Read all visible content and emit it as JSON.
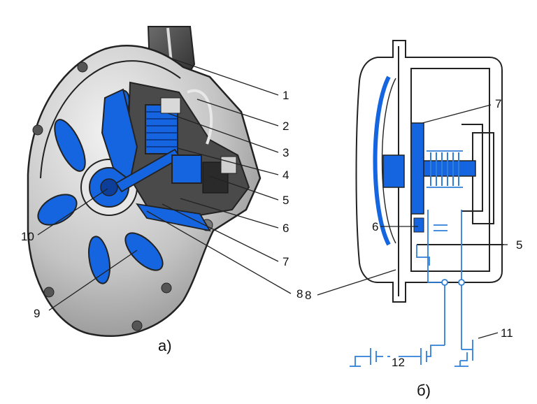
{
  "figures": {
    "a": {
      "caption": "а)"
    },
    "b": {
      "caption": "б)"
    }
  },
  "labels": {
    "l1": "1",
    "l2": "2",
    "l3": "3",
    "l4": "4",
    "l5": "5",
    "l6": "6",
    "l7": "7",
    "l8": "8",
    "l9": "9",
    "l10": "10",
    "r7": "7",
    "r6": "6",
    "r5": "5",
    "r8": "8",
    "r11": "11",
    "r12": "12"
  },
  "colors": {
    "accent_blue": "#1565e0",
    "wire_blue": "#2f7fd8",
    "ink": "#222222",
    "metal": "#b9b9b9"
  }
}
